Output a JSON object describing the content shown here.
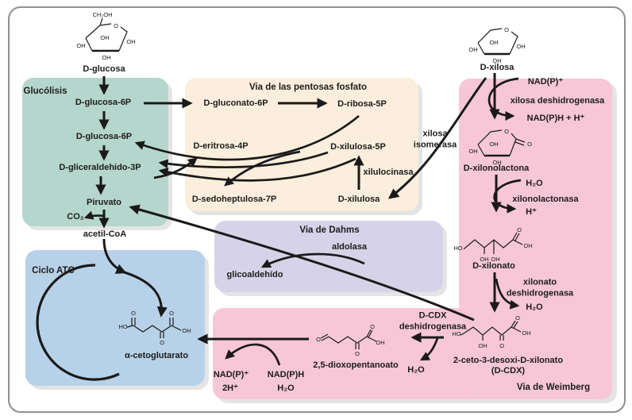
{
  "colors": {
    "glycolysis_box": "#b5d6cc",
    "pentose_box": "#fbeedc",
    "dahms_box": "#d6d3e9",
    "tca_box": "#b7d2e8",
    "weimberg_box": "#f7c7d8",
    "arrow": "#1a1a1a",
    "frame_border": "#8f8f8f"
  },
  "boxes": {
    "glycolysis": {
      "title": "Glucólisis"
    },
    "pentose": {
      "title": "Via de las pentosas fosfato"
    },
    "dahms": {
      "title": "Via de Dahms"
    },
    "tca": {
      "title": "Ciclo ATC"
    },
    "weimberg": {
      "title": "Via de Weimberg"
    }
  },
  "labels": {
    "glucosa": "D-glucosa",
    "glucosa6p_a": "D-glucosa-6P",
    "glucosa6p_b": "D-glucosa-6P",
    "gliceraldehido3p": "D-gliceraldehido-3P",
    "piruvato": "Piruvato",
    "co2": "CO₂",
    "acetilcoa": "acetil-CoA",
    "gluconato6p": "D-gluconato-6P",
    "ribosa5p": "D-ribosa-5P",
    "eritrosa4p": "D-eritrosa-4P",
    "xilulosa5p": "D-xilulosa-5P",
    "xilulocinasa": "xilulocinasa",
    "sedoheptulosa7p": "D-sedoheptulosa-7P",
    "xilulosa": "D-xilulosa",
    "xilosa_isomerasa": "xilosa\nisomerasa",
    "aldolasa": "aldolasa",
    "glicoaldehido": "glicoaldehído",
    "cetoglutarato": "α-cetoglutarato",
    "xilosa": "D-xilosa",
    "nadp": "NAD(P)⁺",
    "xilosa_deshidrogenasa": "xilosa deshidrogenasa",
    "nadph_h": "NAD(P)H + H⁺",
    "xilonolactona": "D-xilonolactona",
    "h2o_1": "H₂O",
    "xilonolactonasa": "xilonolactonasa",
    "h_plus": "H⁺",
    "xilonato": "D-xilonato",
    "xilonato_deshidrogenasa": "xilonato\ndeshidrogenasa",
    "h2o_2": "H₂O",
    "cdx": "2-ceto-3-desoxi-D-xilonato",
    "cdx_abbr": "(D-CDX)",
    "dcdx_deshidrogenasa": "D-CDX\ndeshidrogenasa",
    "h2o_3": "H₂O",
    "dioxopentanoato": "2,5-dioxopentanoato",
    "nadp_2": "NAD(P)⁺",
    "two_h": "2H⁺",
    "nadph": "NAD(P)H",
    "h2o_4": "H₂O"
  },
  "structures": {
    "glucosa": {
      "atoms": [
        "CH₂OH",
        "O",
        "OH",
        "OH",
        "OH",
        "OH"
      ]
    },
    "xilosa": {
      "atoms": [
        "O",
        "OH",
        "OH",
        "OH",
        "OH"
      ]
    },
    "xilonolactona": {
      "atoms": [
        "O",
        "O",
        "OH",
        "OH",
        "OH"
      ]
    },
    "xilonato": {
      "atoms": [
        "HO",
        "OH",
        "OH",
        "O",
        "OH"
      ]
    },
    "cdx": {
      "atoms": [
        "HO",
        "OH",
        "O",
        "O",
        "OH"
      ]
    },
    "dioxopentanoato": {
      "atoms": [
        "O",
        "O",
        "O",
        "OH"
      ]
    },
    "cetoglutarato": {
      "atoms": [
        "HO",
        "O",
        "O",
        "O",
        "OH"
      ]
    }
  }
}
